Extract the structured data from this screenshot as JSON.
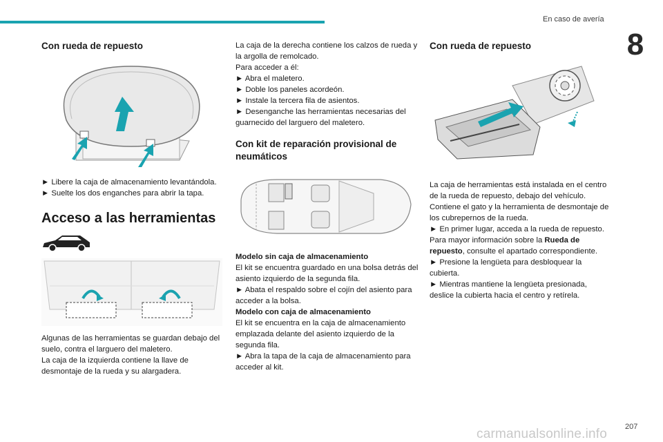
{
  "header": {
    "section": "En caso de avería",
    "chapter": "8"
  },
  "col1": {
    "heading1": "Con rueda de repuesto",
    "step1": "► Libere la caja de almacenamiento levantándola.",
    "step2": "► Suelte los dos enganches para abrir la tapa.",
    "heading2": "Acceso a las herramientas",
    "para1": "Algunas de las herramientas se guardan debajo del suelo, contra el larguero del maletero.",
    "para2": "La caja de la izquierda contiene la llave de desmontaje de la rueda y su alargadera."
  },
  "col2": {
    "para1": "La caja de la derecha contiene los calzos de rueda y la argolla de remolcado.",
    "para2": "Para acceder a él:",
    "step1": "► Abra el maletero.",
    "step2": "► Doble los paneles acordeón.",
    "step3": "► Instale la tercera fila de asientos.",
    "step4": "► Desenganche las herramientas necesarias del guarnecido del larguero del maletero.",
    "heading": "Con kit de reparación provisional de neumáticos",
    "sub1": "Modelo sin caja de almacenamiento",
    "para3": "El kit se encuentra guardado en una bolsa detrás del asiento izquierdo de la segunda fila.",
    "step5": "► Abata el respaldo sobre el cojín del asiento para acceder a la bolsa.",
    "sub2": "Modelo con caja de almacenamiento",
    "para4": "El kit se encuentra en la caja de almacenamiento emplazada delante del asiento izquierdo de la segunda fila.",
    "step6": "► Abra la tapa de la caja de almacenamiento para acceder al kit."
  },
  "col3": {
    "heading": "Con rueda de repuesto",
    "para1": "La caja de herramientas está instalada en el centro de la rueda de repuesto, debajo del vehículo.",
    "para2": "Contiene el gato y la herramienta de desmontaje de los cubrepernos de la rueda.",
    "step1": "► En primer lugar, acceda a la rueda de repuesto.",
    "para3a": "Para mayor información sobre la ",
    "para3b": "Rueda de repuesto",
    "para3c": ", consulte el apartado correspondiente.",
    "step2": "► Presione la lengüeta para desbloquear la cubierta.",
    "step3": "► Mientras mantiene la lengüeta presionada, deslice la cubierta hacia el centro y retírela."
  },
  "footer": {
    "page": "207",
    "watermark": "carmanualsonline.info"
  }
}
